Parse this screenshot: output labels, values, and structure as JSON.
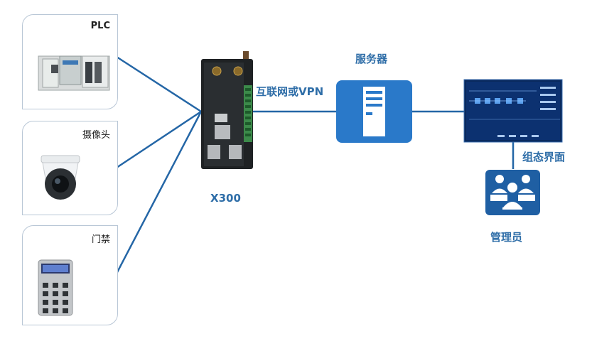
{
  "devices": {
    "plc": {
      "label": "PLC"
    },
    "camera": {
      "label": "摄像头"
    },
    "access": {
      "label": "门禁"
    }
  },
  "router": {
    "label": "X300"
  },
  "link": {
    "label": "互联网或VPN"
  },
  "server": {
    "label": "服务器"
  },
  "scada": {
    "label": "组态界面"
  },
  "admin": {
    "label": "管理员"
  },
  "colors": {
    "accent": "#1f5fa3",
    "line": "#2466a6",
    "server_bg": "#2a79c9"
  }
}
